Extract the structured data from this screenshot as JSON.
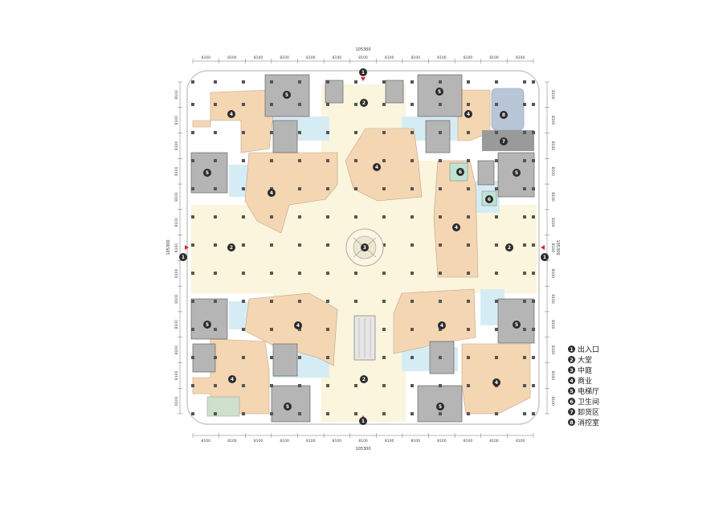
{
  "plan": {
    "overall_dimension": "105300",
    "bay_dimension": "8100",
    "entrance_badge": "1",
    "zones": {
      "lobby": "2",
      "atrium": "3",
      "retail": "4",
      "elevator_hall": "5",
      "restroom": "6",
      "loading": "7",
      "control_room": "8"
    }
  },
  "legend": {
    "items": [
      {
        "num": "1",
        "label": "出入口"
      },
      {
        "num": "2",
        "label": "大堂"
      },
      {
        "num": "3",
        "label": "中庭"
      },
      {
        "num": "4",
        "label": "商业"
      },
      {
        "num": "5",
        "label": "电梯厅"
      },
      {
        "num": "6",
        "label": "卫生间"
      },
      {
        "num": "7",
        "label": "卸货区"
      },
      {
        "num": "8",
        "label": "消控室"
      }
    ]
  },
  "colors": {
    "retail": "#f5d6b3",
    "lobby": "#faf5dc",
    "corridor": "#d6ecf4",
    "core": "#8a8a8a",
    "outline": "#c9c9c9",
    "control_room": "#b8c6d8",
    "loading": "#9a9a9a",
    "badge": "#2b2b2b",
    "entrance": "#d8232a"
  }
}
